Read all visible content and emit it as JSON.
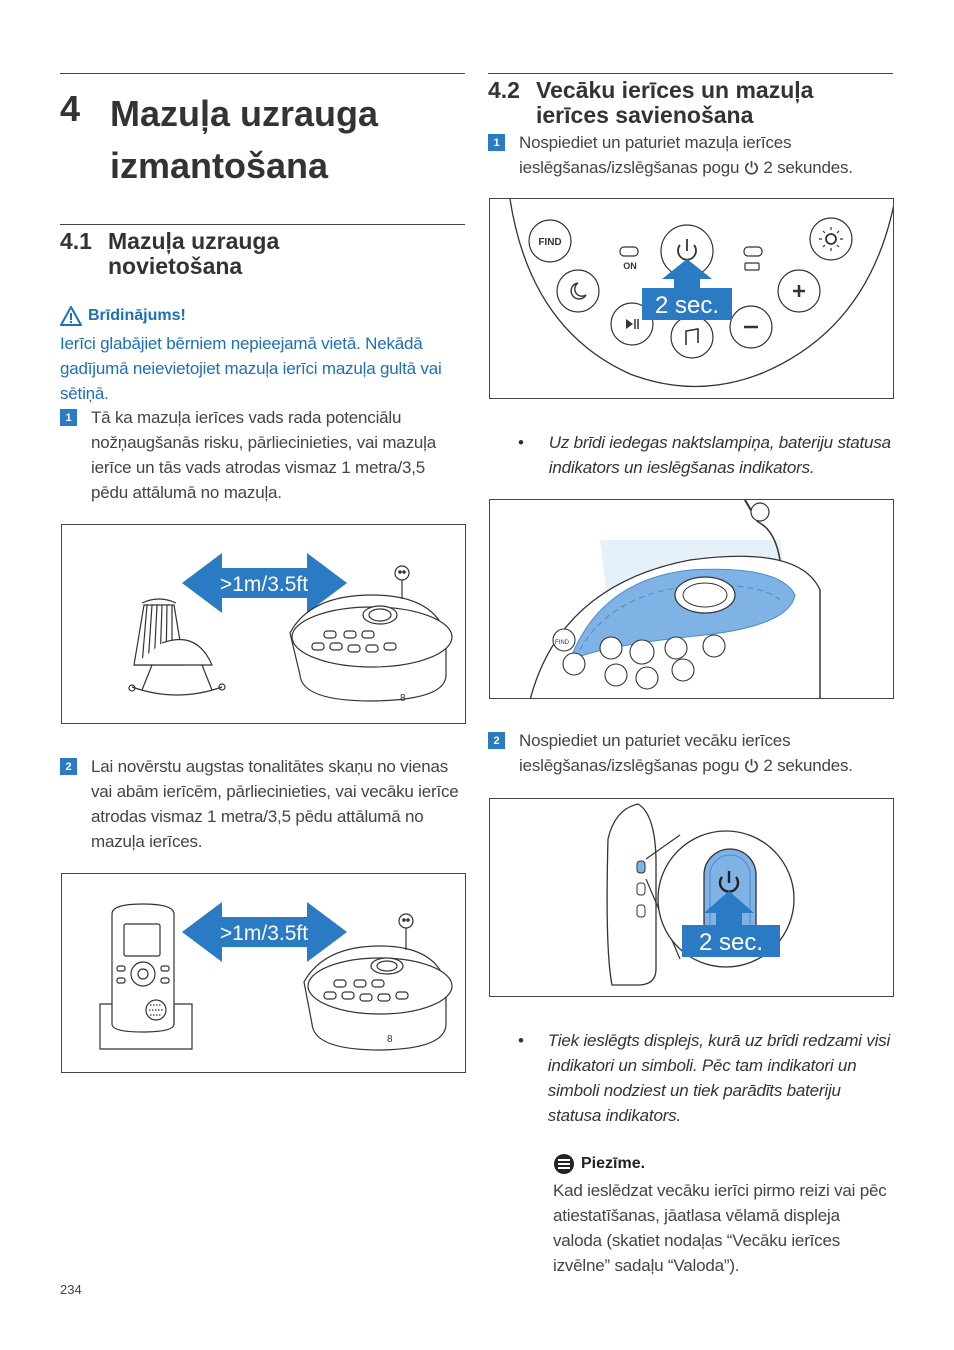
{
  "chapter": {
    "number": "4",
    "title": "Mazuļa uzrauga izmantošana"
  },
  "section_4_1": {
    "number": "4.1",
    "title_line1": "Mazuļa uzrauga",
    "title_line2": "novietošana",
    "warning_title": "Brīdinājums!",
    "warning_text": "Ierīci glabājiet bērniem nepieejamā vietā. Nekādā gadījumā neievietojiet mazuļa ierīci mazuļa gultā vai sētiņā.",
    "step1": {
      "badge": "1",
      "text": "Tā ka mazuļa ierīces vads rada potenciālu nožņaugšanās risku, pārliecinieties, vai mazuļa ierīce un tās vads atrodas vismaz 1 metra/3,5 pēdu attālumā no mazuļa."
    },
    "figure1_label": ">1m/3.5ft",
    "step2": {
      "badge": "2",
      "text": "Lai novērstu augstas tonalitātes skaņu no vienas vai abām ierīcēm, pārliecinieties, vai vecāku ierīce atrodas vismaz 1 metra/3,5 pēdu attālumā no mazuļa ierīces."
    },
    "figure2_label": ">1m/3.5ft"
  },
  "section_4_2": {
    "number": "4.2",
    "title_line1": "Vecāku ierīces un mazuļa",
    "title_line2": "ierīces savienošana",
    "step1": {
      "badge": "1",
      "text_before": "Nospiediet un paturiet mazuļa ierīces ieslēgšanas/izslēgšanas pogu",
      "text_after": "2 sekundes."
    },
    "figure3": {
      "find_label": "FIND",
      "on_label": "ON",
      "sec_label": "2 sec."
    },
    "bullet1": "Uz brīdi iedegas naktslampiņa, bateriju statusa indikators un ieslēgšanas indikators.",
    "figure4": {
      "find_label": "FIND"
    },
    "step2": {
      "badge": "2",
      "text_before": "Nospiediet un paturiet vecāku ierīces ieslēgšanas/izslēgšanas pogu",
      "text_after": "2 sekundes."
    },
    "figure5": {
      "sec_label": "2 sec."
    },
    "bullet2": "Tiek ieslēgts displejs, kurā uz brīdi redzami visi indikatori un simboli. Pēc tam indikatori un simboli nodziest un tiek parādīts bateriju statusa indikators.",
    "note_title": "Piezīme.",
    "note_text": "Kad ieslēdzat vecāku ierīci pirmo reizi vai pēc atiestatīšanas, jāatlasa vēlamā displeja valoda (skatiet nodaļas “Vecāku ierīces izvēlne” sadaļu “Valoda”)."
  },
  "page_number": "234",
  "colors": {
    "accent": "#1d6fb8",
    "badge": "#2b7ac4",
    "arrow": "#2b7ac4",
    "text": "#444444"
  }
}
